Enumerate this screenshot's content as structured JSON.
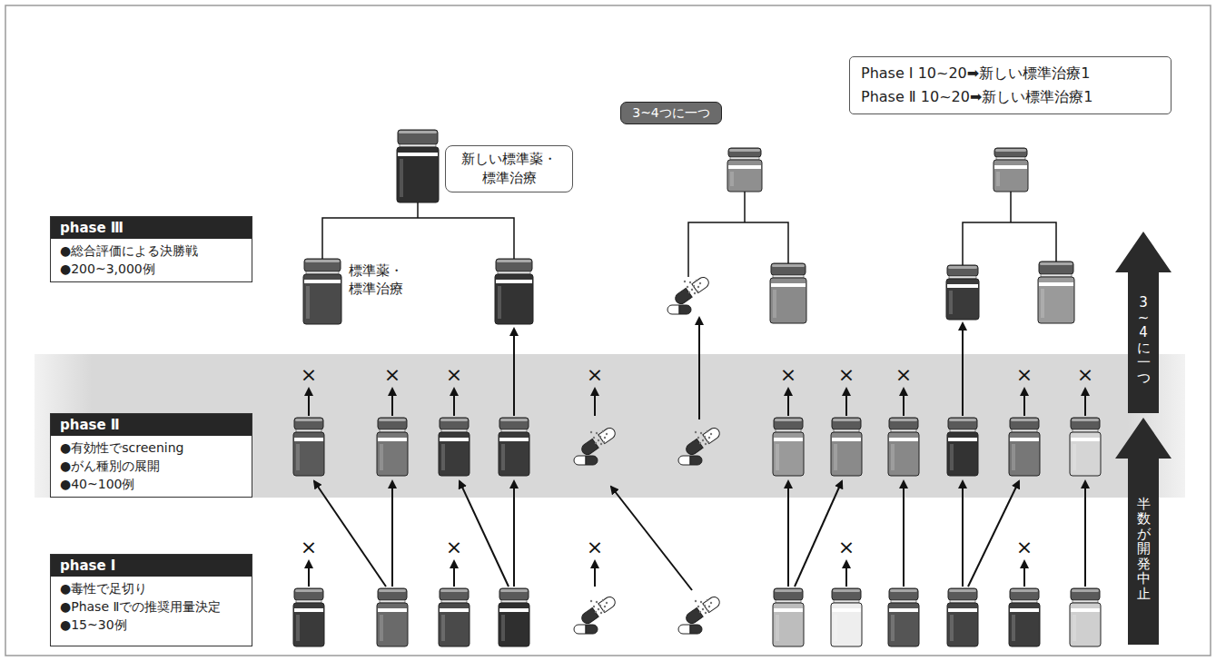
{
  "diagram": {
    "nodes": [
      {
        "text": [
          "Phase Ⅰ 10~20➡新しい標準治療1",
          "Phase Ⅱ 10~20➡新しい標準治療1"
        ]
      },
      {
        "text": [
          "3~4つに一つ"
        ]
      },
      {
        "text": [
          "新しい標準薬・ 標準治療"
        ]
      },
      {
        "text": [
          "phase Ⅲ",
          "●総合評価による決勝戦",
          "●200~3,000例"
        ]
      },
      {
        "text": [
          "3~4に一つ"
        ]
      },
      {
        "text": [
          "phase Ⅱ",
          "●有効性でscreening",
          "●がん種別の展開",
          "●40~100例"
        ]
      },
      {
        "text": [
          "半数が開発中止"
        ]
      },
      {
        "text": [
          "phase Ⅰ",
          "●毒性で足切り",
          "●Phase Ⅱでの推奨用量決定",
          "●15~30例"
        ]
      }
    ],
    "labels": [
      "標準薬・ 標準治療",
      "×",
      "×",
      "×",
      "×",
      "×",
      "×",
      "×",
      "×",
      "×",
      "×",
      "×",
      "×",
      "×",
      "×"
    ]
  }
}
